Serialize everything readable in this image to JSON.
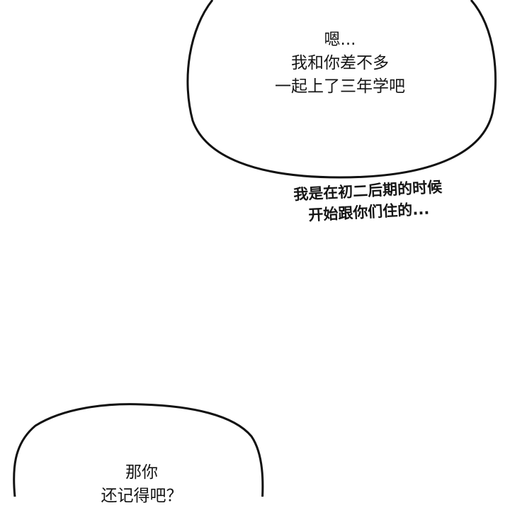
{
  "panel": {
    "background": "#ffffff",
    "bubble_outline": "#111111"
  },
  "speech_bubble_top": {
    "lines": [
      "嗯...",
      "我和你差不多",
      "一起上了三年学吧"
    ]
  },
  "caption_text": {
    "lines": [
      "我是在初二后期的时候",
      "开始跟你们住的..."
    ]
  },
  "speech_bubble_bottom": {
    "lines": [
      "那你",
      "还记得吧？"
    ]
  }
}
